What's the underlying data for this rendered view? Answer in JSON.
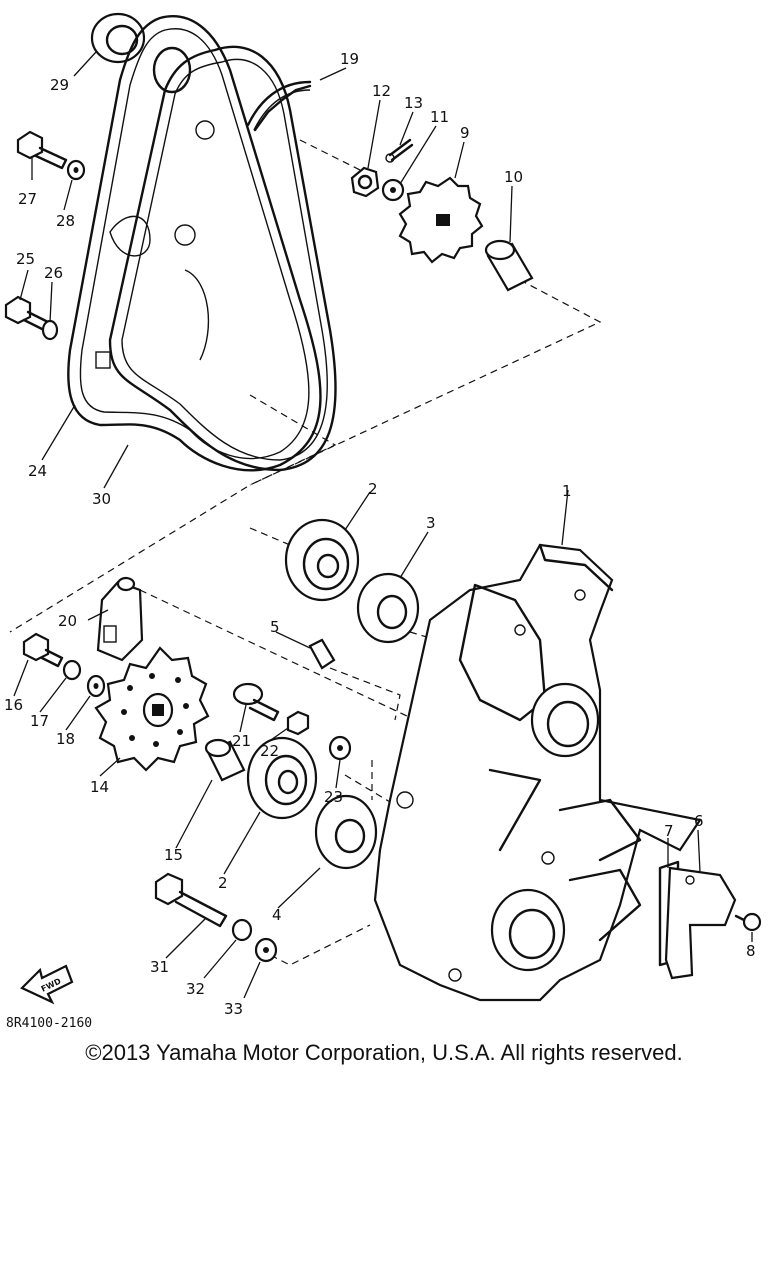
{
  "labels": [
    "1",
    "2",
    "2",
    "3",
    "4",
    "5",
    "6",
    "7",
    "8",
    "9",
    "10",
    "11",
    "12",
    "13",
    "14",
    "15",
    "16",
    "17",
    "18",
    "19",
    "20",
    "21",
    "22",
    "23",
    "24",
    "25",
    "26",
    "27",
    "28",
    "29",
    "30",
    "31",
    "32",
    "33"
  ],
  "find_icon_text": "FWD",
  "diagram_code": "8R4100-2160",
  "copyright": "©2013 Yamaha Motor Corporation, U.S.A. All rights reserved."
}
